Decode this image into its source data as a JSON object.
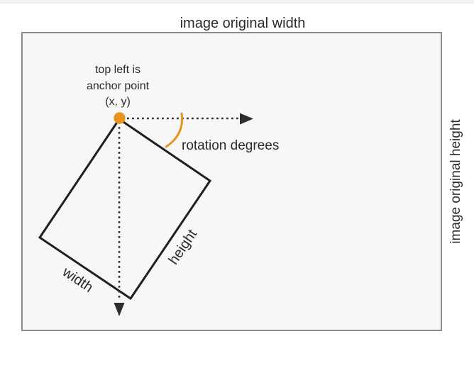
{
  "diagram": {
    "title_top": "image original width",
    "label_right": "image original height",
    "anchor_note_line1": "top left is",
    "anchor_note_line2": "anchor point",
    "anchor_note_line3": "(x, y)",
    "rotation_label": "rotation degrees",
    "width_label": "width",
    "height_label": "height",
    "colors": {
      "accent_orange": "#E8941C",
      "shape_stroke": "#1f1f1f",
      "dotted_line": "#333333",
      "arrow_fill": "#2e2e2e",
      "outer_border": "#8c8c8c",
      "outer_fill": "#f7f7f7",
      "text": "#2b2b2b"
    }
  }
}
